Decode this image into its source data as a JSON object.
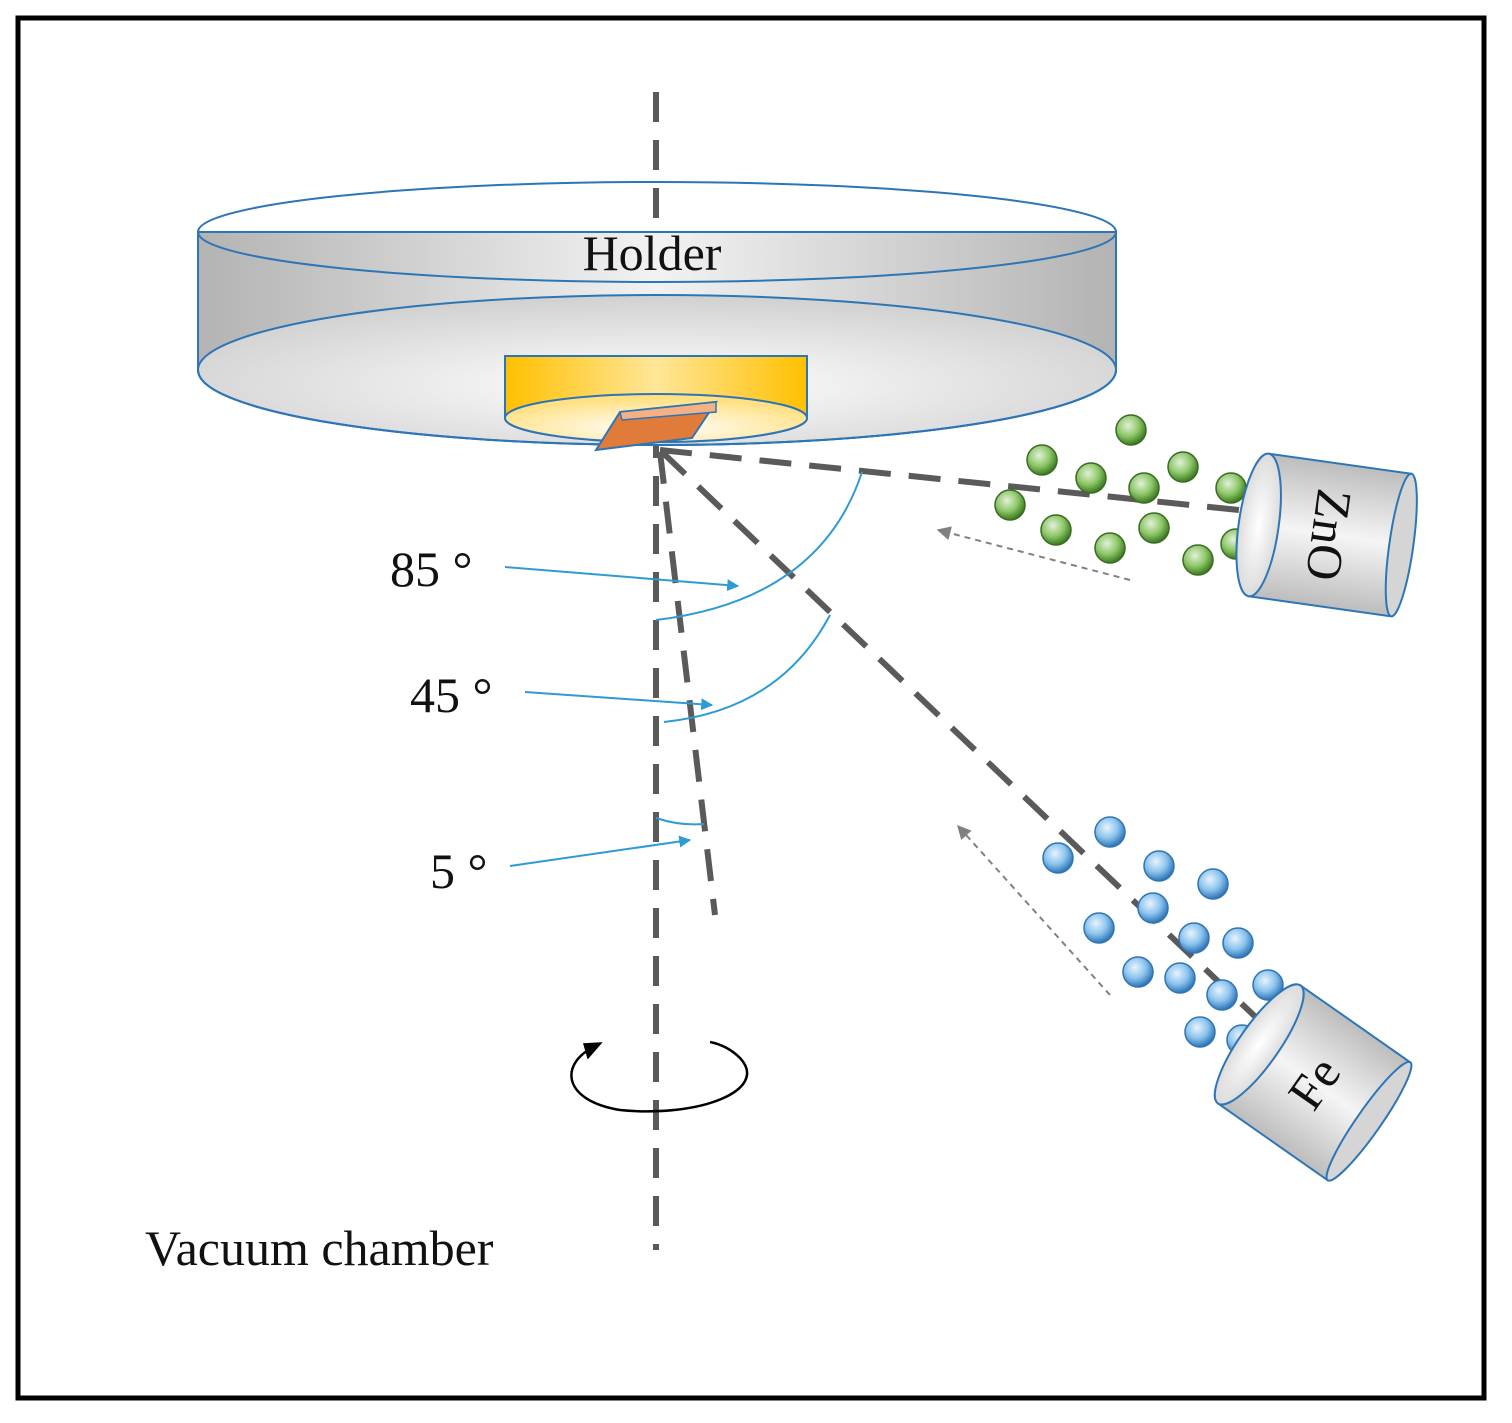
{
  "labels": {
    "holder": "Holder",
    "angle_85": "85 °",
    "angle_45": "45 °",
    "angle_5": "5 °",
    "source_zno": "ZnO",
    "source_fe": "Fe",
    "chamber": "Vacuum chamber"
  },
  "colors": {
    "frame": "#000000",
    "holder_fill": "#d9d9d9",
    "holder_stroke": "#2e75b6",
    "inner_ring": "#ffc000",
    "substrate": "#e07b39",
    "dashed_line": "#5a5a5a",
    "angle_marker": "#2e9bd6",
    "zno_particle": "#70ad47",
    "fe_particle": "#5ba3dd",
    "source_fill": "#e0e0e0"
  },
  "icons": {
    "rotation": "rotation-arrow-icon"
  }
}
